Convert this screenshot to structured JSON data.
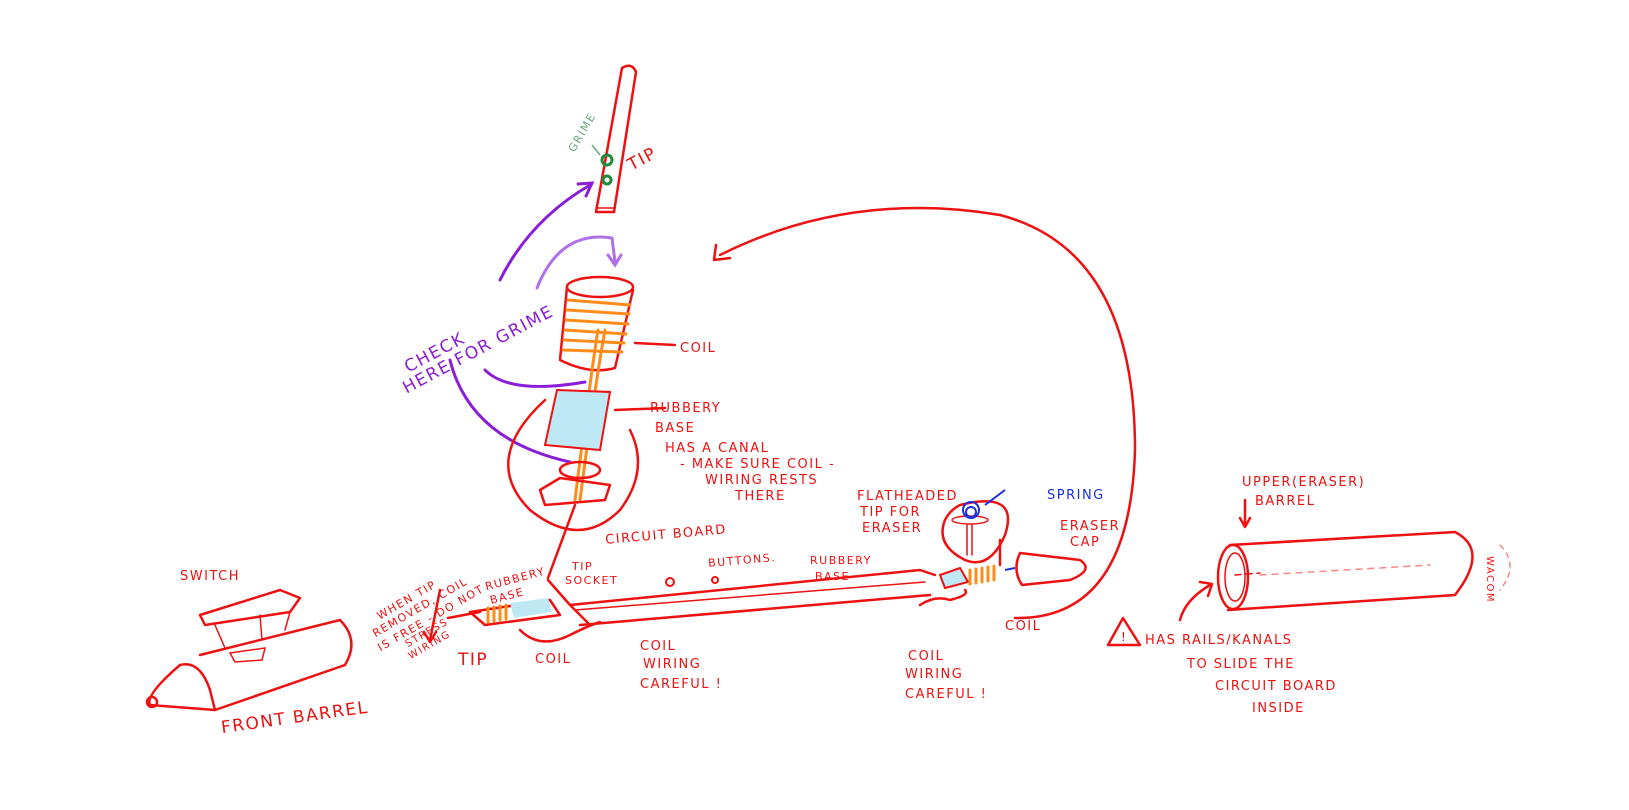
{
  "colors": {
    "ink": "#ee1111",
    "purple": "#8a1ed8",
    "light_purple": "#b070e8",
    "orange": "#ff8c1a",
    "green": "#1f8a3a",
    "light_green": "#6aaa7a",
    "blue": "#1a2fe0",
    "cyan": "#bfe8f5"
  },
  "top": {
    "grime": "GRIME",
    "tip": "TIP",
    "check_line1": "CHECK",
    "check_line2": "HERE FOR GRIME",
    "coil": "COIL"
  },
  "rubbery_detail": {
    "title1": "RUBBERY",
    "title2": "BASE",
    "note1": "HAS A CANAL",
    "note2": "- MAKE SURE COIL -",
    "note3": "WIRING RESTS",
    "note4": "THERE"
  },
  "front_assembly": {
    "warning1": "WHEN TIP",
    "warning2": "REMOVED, COIL",
    "warning3": "IS FREE - DO NOT",
    "warning4": "STRESS",
    "warning5": "WIRING",
    "rubbery1": "RUBBERY",
    "rubbery2": "BASE",
    "tip_socket1": "TIP",
    "tip_socket2": "SOCKET",
    "circuit_board": "CIRCUIT BOARD",
    "buttons": "BUTTONS.",
    "tip": "TIP",
    "coil": "COIL",
    "wiring1": "COIL",
    "wiring2": "WIRING",
    "wiring3": "CAREFUL !"
  },
  "front_barrel": {
    "switch": "SWITCH",
    "label": "FRONT BARREL"
  },
  "eraser_assembly": {
    "flat1": "FLATHEADED",
    "flat2": "TIP FOR",
    "flat3": "ERASER",
    "spring": "SPRING",
    "rubbery1": "RUBBERY",
    "rubbery2": "BASE",
    "cap1": "ERASER",
    "cap2": "CAP",
    "coil": "COIL",
    "wiring1": "COIL",
    "wiring2": "WIRING",
    "wiring3": "CAREFUL !"
  },
  "upper_barrel": {
    "label1": "UPPER(ERASER)",
    "label2": "BARREL",
    "logo": "WACOM",
    "warning_symbol": "!",
    "note1": "HAS RAILS/KANALS",
    "note2": "TO SLIDE THE",
    "note3": "CIRCUIT BOARD",
    "note4": "INSIDE"
  }
}
